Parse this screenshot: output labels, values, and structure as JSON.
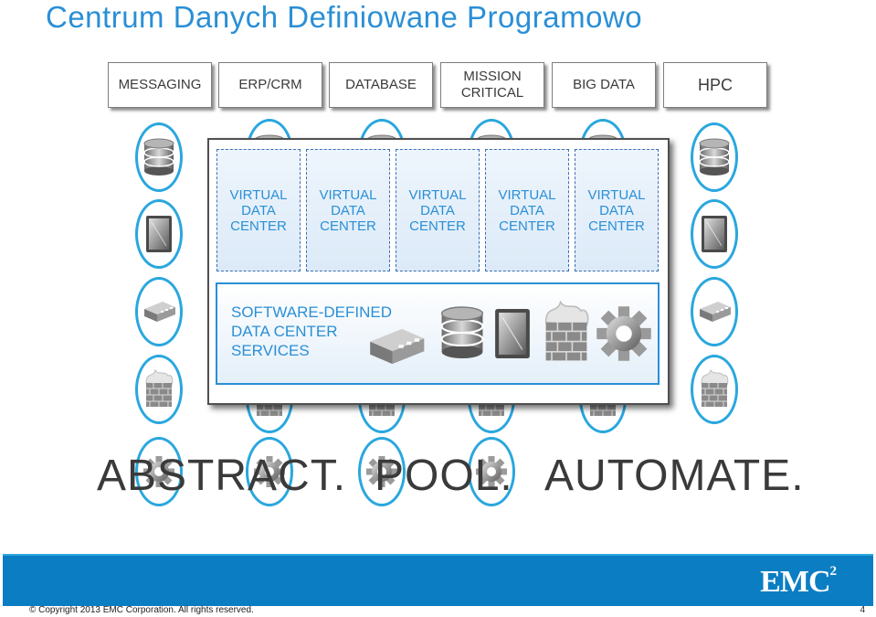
{
  "title": "Centrum Danych Definiowane Programowo",
  "applications": [
    "MESSAGING",
    "ERP/CRM",
    "DATABASE",
    "MISSION\nCRITICAL",
    "BIG DATA",
    "HPC"
  ],
  "virtual_dc_label": "VIRTUAL\nDATA\nCENTER",
  "virtual_dc_count": 5,
  "sddc_services_label": "SOFTWARE-DEFINED\nDATA CENTER\nSERVICES",
  "slogan": {
    "abstract": "ABSTRACT.",
    "pool": "POOL.",
    "automate": "AUTOMATE."
  },
  "logo": {
    "text": "EMC",
    "superscript": "2"
  },
  "footer": {
    "copyright": "©   Copyright 2013 EMC Corporation. All rights reserved.",
    "page_number": "4"
  },
  "colors": {
    "title_blue": "#2a8fd6",
    "ring_blue": "#2aa7de",
    "footer_blue": "#0b7ec3"
  },
  "icons": {
    "left_column": [
      "database-icon",
      "storage-tablet-icon",
      "network-switch-icon",
      "firewall-icon",
      "gear-icon"
    ],
    "right_column": [
      "database-icon",
      "storage-tablet-icon",
      "network-switch-icon",
      "firewall-icon",
      "gear-icon"
    ],
    "bottom_row": [
      "firewall-icon",
      "gear-icon"
    ],
    "sddc_services": [
      "network-switch-icon",
      "database-icon",
      "storage-tablet-icon",
      "firewall-icon",
      "gear-icon"
    ]
  }
}
